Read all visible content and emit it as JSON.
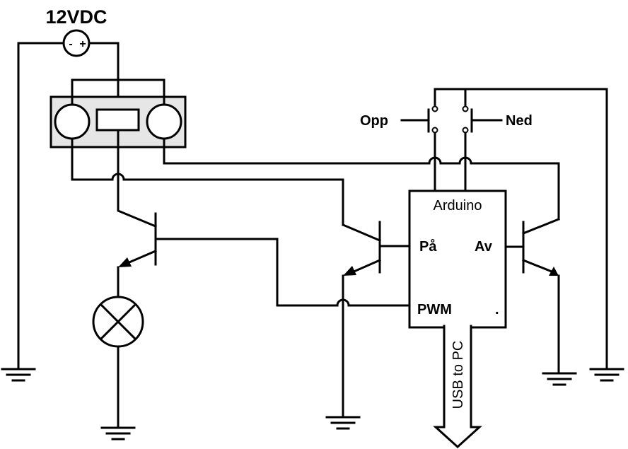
{
  "diagram": {
    "type": "circuit-schematic",
    "power_supply": {
      "label": "12VDC",
      "minus": "-",
      "plus": "+"
    },
    "switches": [
      {
        "id": "up",
        "label": "Opp"
      },
      {
        "id": "down",
        "label": "Ned"
      }
    ],
    "arduino": {
      "title": "Arduino",
      "pins": {
        "on": "På",
        "off": "Av",
        "pwm": "PWM",
        "dot": "."
      }
    },
    "usb": {
      "label": "USB to PC"
    },
    "components": [
      "dc-source",
      "sensor-module",
      "npn-transistor-lamp",
      "lamp",
      "pnp-transistor-on",
      "npn-transistor-off",
      "push-button-up",
      "push-button-down",
      "arduino",
      "ground-x5",
      "usb-arrow"
    ],
    "colors": {
      "wire": "#000000",
      "sensor_fill": "#e6e6e6",
      "background": "#ffffff"
    }
  }
}
